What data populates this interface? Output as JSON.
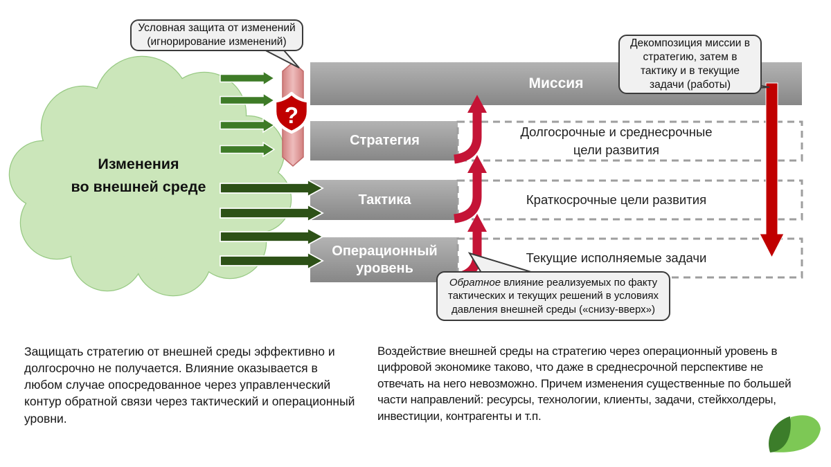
{
  "cloud": {
    "label": "Изменения\nво внешней среде"
  },
  "shield": {
    "question_mark": "?"
  },
  "levels": {
    "mission": "Миссия",
    "strategy": "Стратегия",
    "tactics": "Тактика",
    "operational": "Операционный уровень"
  },
  "goals": {
    "long_term": "Долгосрочные и среднесрочные\nцели развития",
    "short_term": "Краткосрочные цели развития",
    "current": "Текущие исполняемые задачи"
  },
  "callouts": {
    "protection": "Условная защита от изменений\n(игнорирование изменений)",
    "decomposition": "Декомпозиция миссии в\nстратегию, затем в\nтактику и в текущие\nзадачи (работы)",
    "feedback_italic": "Обратное",
    "feedback_rest": " влияние реализуемых по факту\nтактических и текущих решений в условиях\nдавления внешней среды («снизу-вверх»)"
  },
  "paragraphs": {
    "left": "Защищать стратегию от внешней среды эффективно и долгосрочно не получается. Влияние оказывается в любом случае опосредованное через управленческий контур обратной связи через тактический и операционный уровни.",
    "right": "Воздействие внешней среды на стратегию через операционный уровень в цифровой экономике таково, что даже в среднесрочной перспективе не отвечать на него невозможно. Причем изменения существенные по большей части направлений: ресурсы, технологии, клиенты, задачи, стейкхолдеры, инвестиции, контрагенты и т.п."
  },
  "icons": {
    "shield": "shield-question-icon",
    "logo": "leaf-logo"
  },
  "colors": {
    "accent_red": "#c00000",
    "crimson_arrow": "#c41436",
    "green_arrow": "#3e7b27",
    "dark_green_arrow": "#2d5117",
    "cloud_fill": "#cbe6ba",
    "cloud_border": "#97c983",
    "bar_gray": "#9c9c9c",
    "dashed_border": "#9e9e9e",
    "callout_bg": "#f1f1f1",
    "leaf_dark": "#3c7d2a",
    "leaf_light": "#7dc855"
  }
}
